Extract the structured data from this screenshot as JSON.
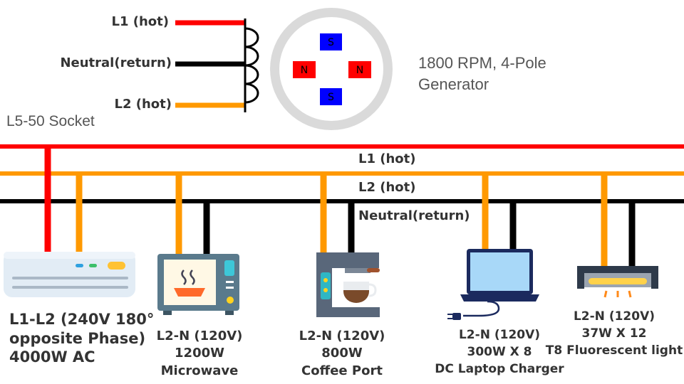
{
  "generator": {
    "terminals": [
      {
        "label": "L1 (hot)",
        "color": "#ff0000"
      },
      {
        "label": "Neutral(return)",
        "color": "#000000"
      },
      {
        "label": "L2 (hot)",
        "color": "#ff9900"
      }
    ],
    "rotor_poles": [
      "S",
      "N",
      "N",
      "S"
    ],
    "description_line1": "1800 RPM, 4-Pole",
    "description_line2": "Generator"
  },
  "socket_label": "L5-50 Socket",
  "bus": {
    "l1_label": "L1 (hot)",
    "l2_label": "L2 (hot)",
    "neutral_label": "Neutral(return)"
  },
  "colors": {
    "l1": "#ff0000",
    "l2": "#ff9900",
    "neutral": "#000000",
    "pole_s": "#0000ff",
    "pole_n": "#ff0000"
  },
  "devices": [
    {
      "icon": "air-conditioner-icon",
      "lines": [
        "L1-L2 (240V 180°",
        "opposite Phase)",
        "4000W AC"
      ]
    },
    {
      "icon": "microwave-icon",
      "lines": [
        "L2-N (120V)",
        "1200W",
        "Microwave"
      ]
    },
    {
      "icon": "coffee-maker-icon",
      "lines": [
        "L2-N (120V)",
        "800W",
        "Coffee Port"
      ]
    },
    {
      "icon": "laptop-icon",
      "lines": [
        "L2-N (120V)",
        "300W X 8",
        "DC Laptop Charger"
      ]
    },
    {
      "icon": "fluorescent-light-icon",
      "lines": [
        "L2-N (120V)",
        "37W X 12",
        "T8 Fluorescent light"
      ]
    }
  ]
}
